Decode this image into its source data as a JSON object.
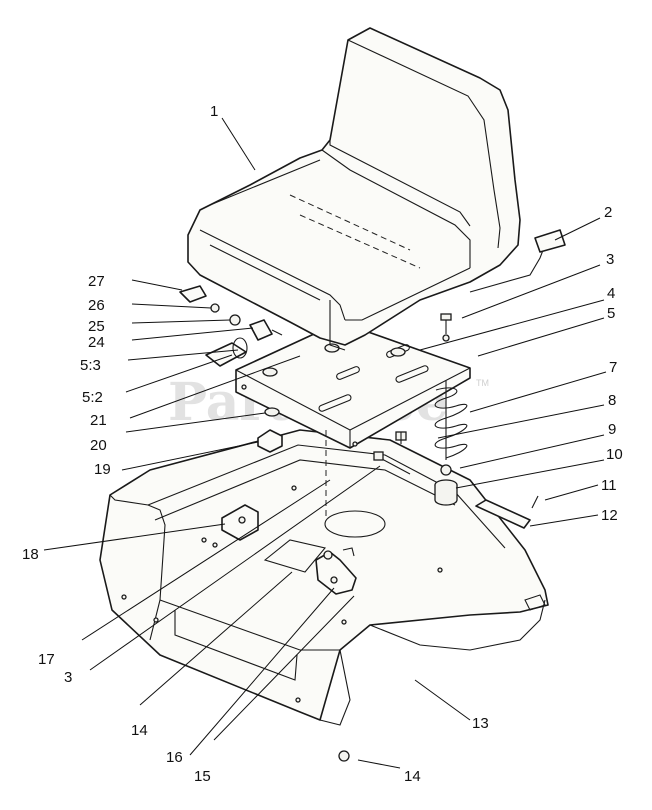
{
  "watermark": {
    "text": "PartsTree",
    "trademark": "TM"
  },
  "callouts": [
    {
      "id": "c1",
      "label": "1"
    },
    {
      "id": "c2",
      "label": "2"
    },
    {
      "id": "c3a",
      "label": "3"
    },
    {
      "id": "c4",
      "label": "4"
    },
    {
      "id": "c5",
      "label": "5"
    },
    {
      "id": "c7",
      "label": "7"
    },
    {
      "id": "c8",
      "label": "8"
    },
    {
      "id": "c9",
      "label": "9"
    },
    {
      "id": "c10",
      "label": "10"
    },
    {
      "id": "c11",
      "label": "11"
    },
    {
      "id": "c12",
      "label": "12"
    },
    {
      "id": "c13",
      "label": "13"
    },
    {
      "id": "c14a",
      "label": "14"
    },
    {
      "id": "c14b",
      "label": "14"
    },
    {
      "id": "c15",
      "label": "15"
    },
    {
      "id": "c16",
      "label": "16"
    },
    {
      "id": "c17",
      "label": "17"
    },
    {
      "id": "c3b",
      "label": "3"
    },
    {
      "id": "c18",
      "label": "18"
    },
    {
      "id": "c19",
      "label": "19"
    },
    {
      "id": "c20",
      "label": "20"
    },
    {
      "id": "c21",
      "label": "21"
    },
    {
      "id": "c52",
      "label": "5:2"
    },
    {
      "id": "c53",
      "label": "5:3"
    },
    {
      "id": "c24",
      "label": "24"
    },
    {
      "id": "c25",
      "label": "25"
    },
    {
      "id": "c26",
      "label": "26"
    },
    {
      "id": "c27",
      "label": "27"
    }
  ]
}
